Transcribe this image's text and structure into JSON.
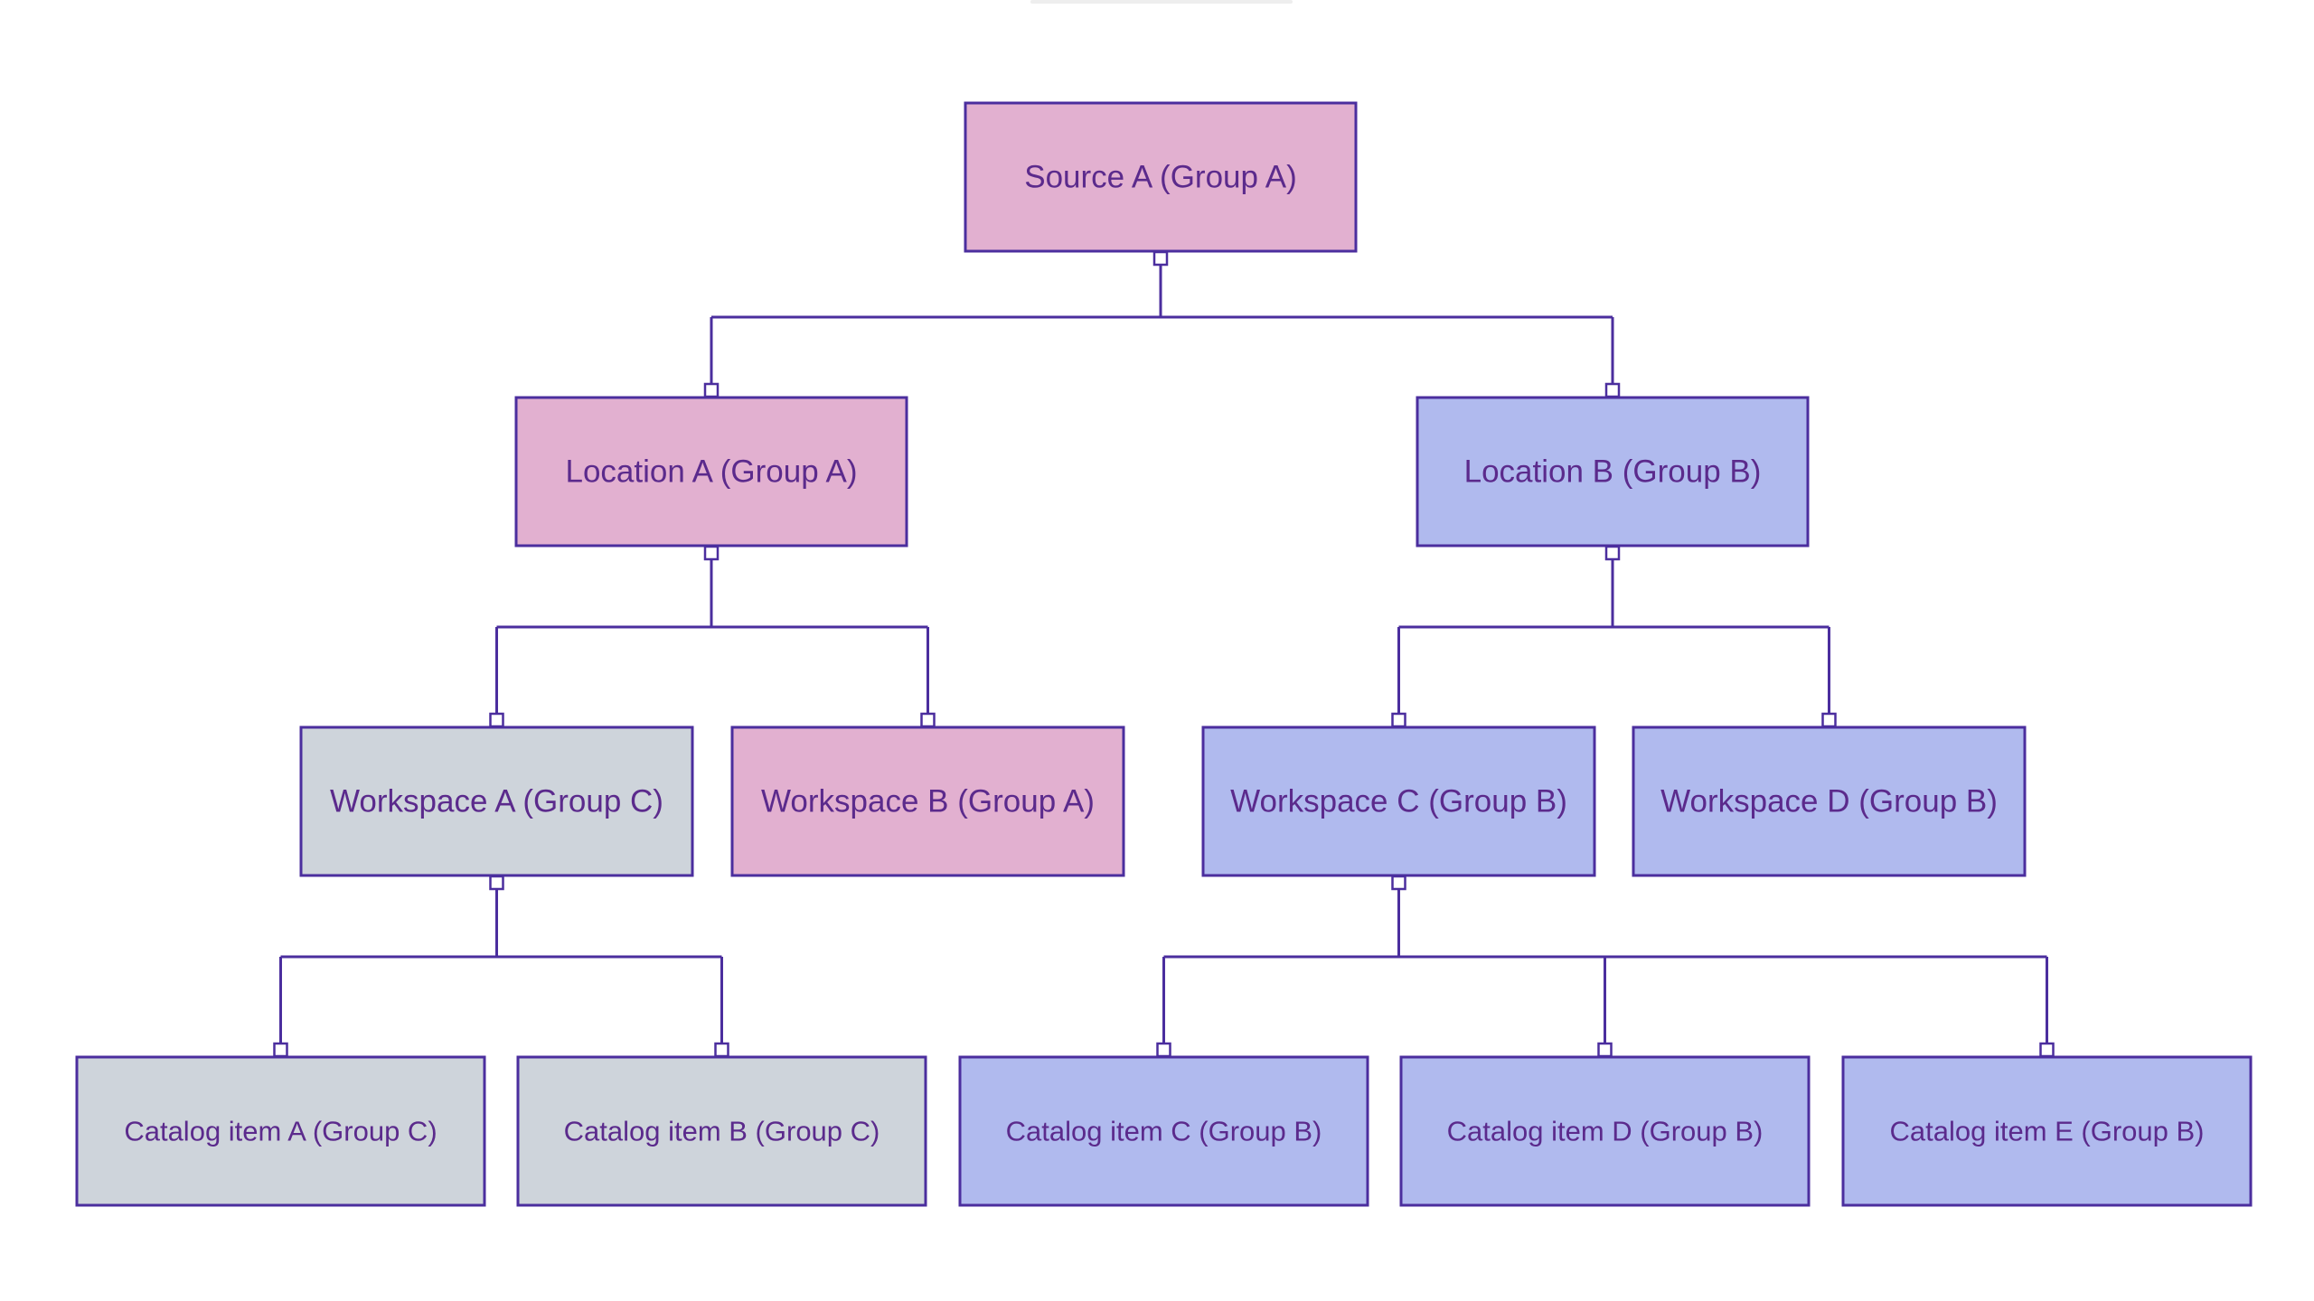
{
  "groups": {
    "A": {
      "label": "Group A",
      "fill": "#e2b0d0"
    },
    "B": {
      "label": "Group B",
      "fill": "#b0baee"
    },
    "C": {
      "label": "Group C",
      "fill": "#ced4db"
    }
  },
  "colors": {
    "border": "#4b2e9e",
    "text": "#5b2a8c",
    "background": "#ffffff"
  },
  "nodes": [
    {
      "id": "source-a",
      "label": "Source A (Group A)",
      "group": "A",
      "parent": null
    },
    {
      "id": "location-a",
      "label": "Location A (Group A)",
      "group": "A",
      "parent": "source-a"
    },
    {
      "id": "location-b",
      "label": "Location B (Group B)",
      "group": "B",
      "parent": "source-a"
    },
    {
      "id": "workspace-a",
      "label": "Workspace A (Group C)",
      "group": "C",
      "parent": "location-a"
    },
    {
      "id": "workspace-b",
      "label": "Workspace B (Group A)",
      "group": "A",
      "parent": "location-a"
    },
    {
      "id": "workspace-c",
      "label": "Workspace C (Group B)",
      "group": "B",
      "parent": "location-b"
    },
    {
      "id": "workspace-d",
      "label": "Workspace D (Group B)",
      "group": "B",
      "parent": "location-b"
    },
    {
      "id": "catalog-item-a",
      "label": "Catalog item A (Group C)",
      "group": "C",
      "parent": "workspace-a"
    },
    {
      "id": "catalog-item-b",
      "label": "Catalog item B (Group C)",
      "group": "C",
      "parent": "workspace-a"
    },
    {
      "id": "catalog-item-c",
      "label": "Catalog item C (Group B)",
      "group": "B",
      "parent": "workspace-c"
    },
    {
      "id": "catalog-item-d",
      "label": "Catalog item D (Group B)",
      "group": "B",
      "parent": "workspace-c"
    },
    {
      "id": "catalog-item-e",
      "label": "Catalog item E (Group B)",
      "group": "B",
      "parent": "workspace-c"
    }
  ]
}
